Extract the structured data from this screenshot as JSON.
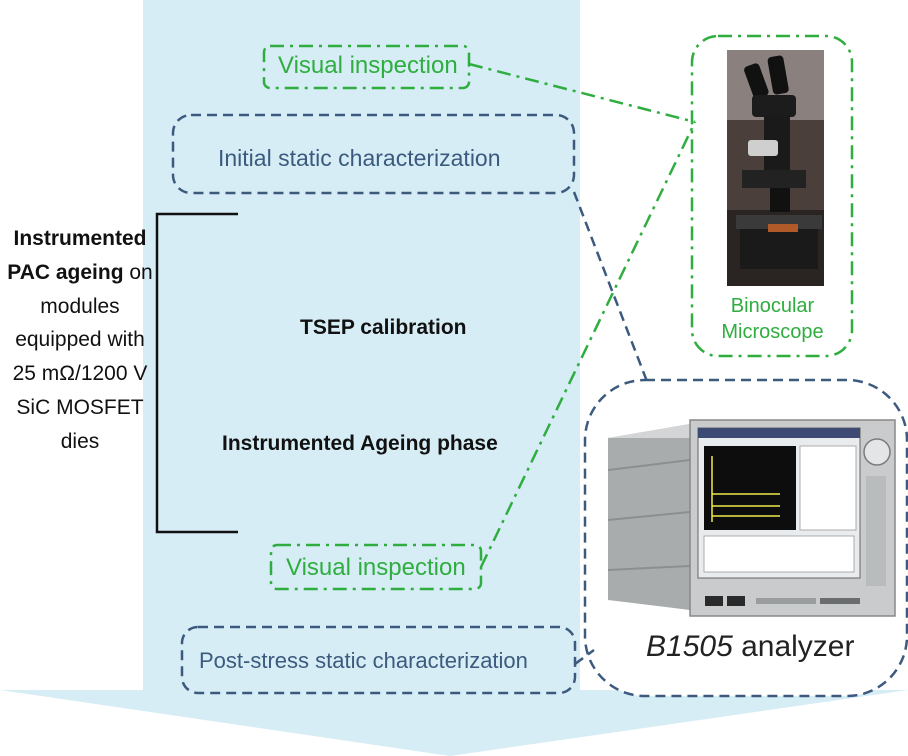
{
  "colors": {
    "flow_band": "#d6edf6",
    "green_accent": "#2fae3f",
    "blue_accent": "#3c5a7e",
    "text": "#111111"
  },
  "steps": {
    "visual_inspection_top": "Visual inspection",
    "initial_static": "Initial static characterization",
    "tsep_calibration": "TSEP calibration",
    "instrumented_ageing": "Instrumented Ageing phase",
    "visual_inspection_bottom": "Visual inspection",
    "post_stress_static": "Post-stress static characterization"
  },
  "side_label": {
    "bold_1": "Instrumented",
    "bold_2": "PAC ageing",
    "rest_2": " on",
    "line_3": "modules",
    "line_4": "equipped with",
    "line_5": "25 mΩ/1200 V",
    "line_6": "SiC MOSFET",
    "line_7": "dies"
  },
  "equipment": {
    "microscope_line_1": "Binocular",
    "microscope_line_2": "Microscope",
    "analyzer_model": "B1505",
    "analyzer_suffix": " analyzer"
  },
  "icons": {
    "microscope": "binocular-microscope-photo",
    "analyzer": "b1505-analyzer-photo"
  }
}
